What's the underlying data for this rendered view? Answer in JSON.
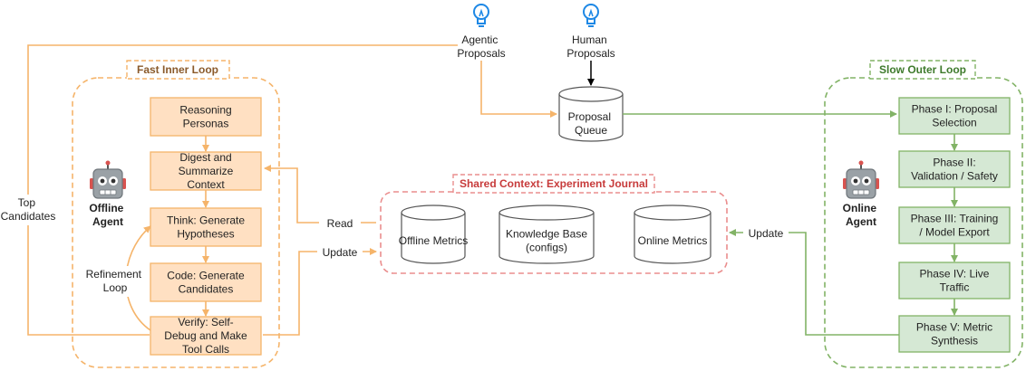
{
  "colors": {
    "orange_stroke": "#F5B46A",
    "orange_fill": "#FFE0C2",
    "orange_text": "#8A5A2B",
    "green_stroke": "#82B366",
    "green_fill": "#D5E8D4",
    "green_text": "#3E7A2C",
    "red_dash": "#EA8E8E",
    "red_text": "#C73B3B",
    "bulb_blue": "#1E88E5"
  },
  "sources": {
    "agentic": [
      "Agentic",
      "Proposals"
    ],
    "human": [
      "Human",
      "Proposals"
    ],
    "bulb_icon": "lightbulb-icon"
  },
  "queue": [
    "Proposal",
    "Queue"
  ],
  "fast_loop": {
    "title": "Fast Inner Loop",
    "agent": [
      "Offline",
      "Agent"
    ],
    "agent_icon": "robot-icon",
    "refinement": [
      "Refinement",
      "Loop"
    ],
    "steps": [
      [
        "Reasoning",
        "Personas"
      ],
      [
        "Digest and",
        "Summarize",
        "Context"
      ],
      [
        "Think: Generate",
        "Hypotheses"
      ],
      [
        "Code: Generate",
        "Candidates"
      ],
      [
        "Verify: Self-",
        "Debug and Make",
        "Tool Calls"
      ]
    ]
  },
  "slow_loop": {
    "title": "Slow Outer Loop",
    "agent": [
      "Online",
      "Agent"
    ],
    "agent_icon": "robot-icon",
    "phases": [
      [
        "Phase I: Proposal",
        "Selection"
      ],
      [
        "Phase II:",
        "Validation / Safety"
      ],
      [
        "Phase III: Training",
        "/ Model Export"
      ],
      [
        "Phase IV: Live",
        "Traffic"
      ],
      [
        "Phase V: Metric",
        "Synthesis"
      ]
    ]
  },
  "journal": {
    "title": "Shared Context: Experiment Journal",
    "stores": [
      [
        "Offline Metrics"
      ],
      [
        "Knowledge Base",
        "(configs)"
      ],
      [
        "Online Metrics"
      ]
    ]
  },
  "edge_labels": {
    "read": "Read",
    "update_left": "Update",
    "update_right": "Update",
    "top_candidates": [
      "Top",
      "Candidates"
    ]
  }
}
